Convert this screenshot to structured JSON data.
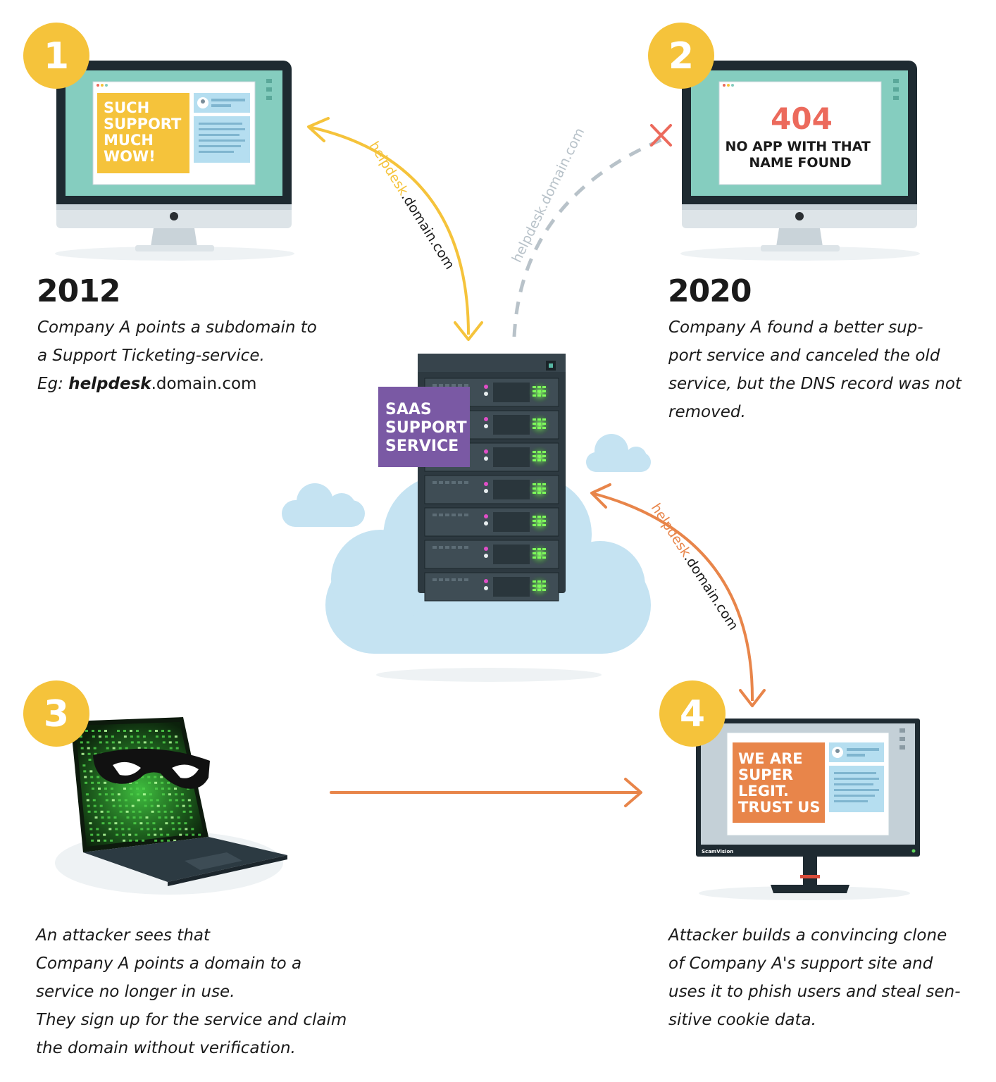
{
  "steps": [
    {
      "number": "1",
      "year": "2012",
      "screen_lines": [
        "SUCH",
        "SUPPORT",
        "MUCH",
        "WOW!"
      ],
      "desc_lines": [
        "Company A points a subdomain to",
        "a Support Ticketing-service."
      ],
      "example": {
        "prefix": "Eg: ",
        "bold": "helpdesk",
        "rest": ".domain.com"
      }
    },
    {
      "number": "2",
      "year": "2020",
      "screen_error_code": "404",
      "screen_lines": [
        "NO APP WITH THAT",
        "NAME FOUND"
      ],
      "desc_lines": [
        "Company A found a better sup-",
        "port service and canceled the old",
        "service, but the DNS record was not",
        "removed."
      ]
    },
    {
      "number": "3",
      "desc_lines": [
        "An attacker sees that",
        "Company A points a domain to a",
        "service no longer in use.",
        "They sign up for the service and claim",
        "the domain without verification."
      ]
    },
    {
      "number": "4",
      "screen_lines": [
        "WE ARE",
        "SUPER",
        "LEGIT.",
        "TRUST US"
      ],
      "monitor_brand": "ScamVision",
      "desc_lines": [
        "Attacker builds a convincing clone",
        "of Company A's support site and",
        "uses it to phish users and steal sen-",
        "sitive cookie data."
      ]
    }
  ],
  "server_label_lines": [
    "SAAS",
    "SUPPORT",
    "SERVICE"
  ],
  "arrow_labels": {
    "a1": {
      "sub": "helpdesk",
      "dom": ".domain.com"
    },
    "a2": {
      "text": "helpdesk.domain.com"
    },
    "a4": {
      "sub": "helpdesk",
      "dom": ".domain.com"
    }
  },
  "colors": {
    "badge": "#f5c33b",
    "arrow_yellow": "#f5c33b",
    "arrow_orange": "#e8854a",
    "arrow_gray": "#b8c2c9",
    "cross": "#ec6a5c",
    "screen_teal": "#85cdbf",
    "cloud": "#c5e3f2",
    "server_label": "#7a59a4"
  }
}
